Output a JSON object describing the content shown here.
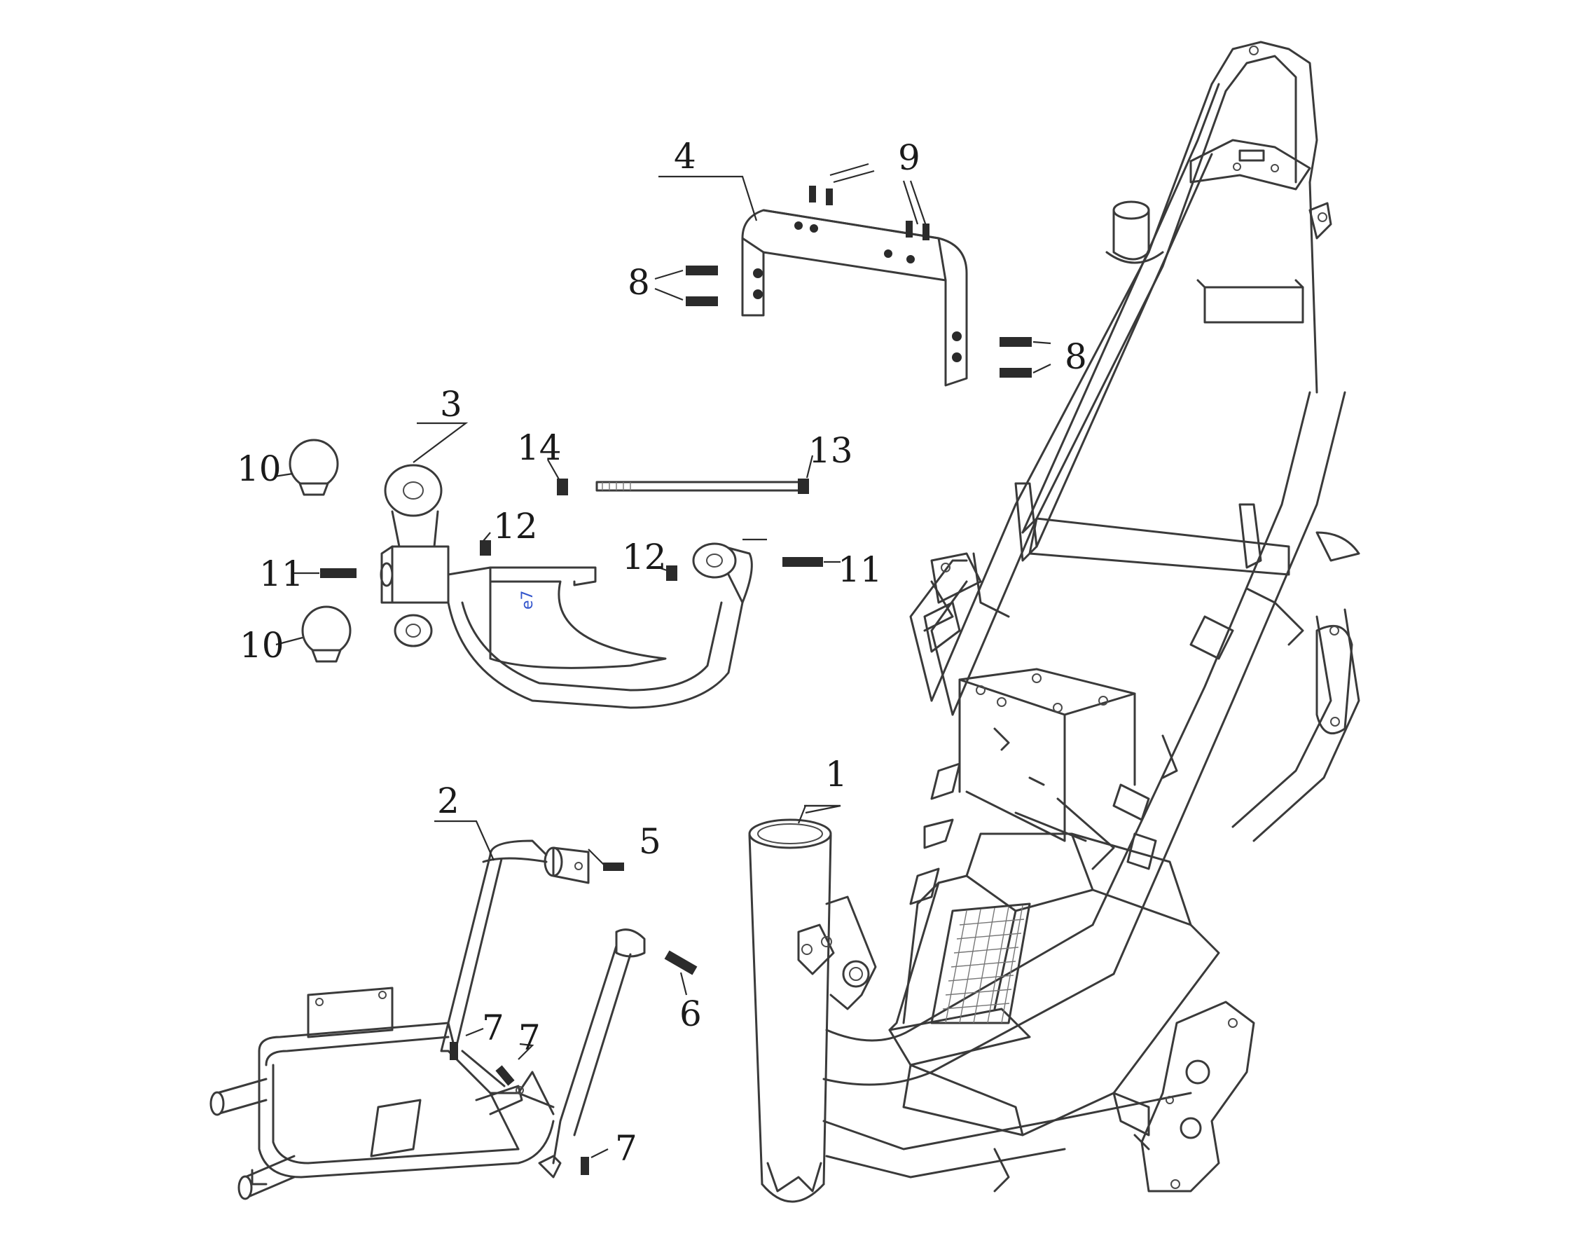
{
  "diagram": {
    "callouts": {
      "c1": "1",
      "c2": "2",
      "c3": "3",
      "c4": "4",
      "c5": "5",
      "c6": "6",
      "c7a": "7",
      "c7b": "7",
      "c7c": "7",
      "c8a": "8",
      "c8b": "8",
      "c9": "9",
      "c10a": "10",
      "c10b": "10",
      "c11a": "11",
      "c11b": "11",
      "c12a": "12",
      "c12b": "12",
      "c13": "13",
      "c14": "14"
    },
    "part_mark": "e7"
  }
}
